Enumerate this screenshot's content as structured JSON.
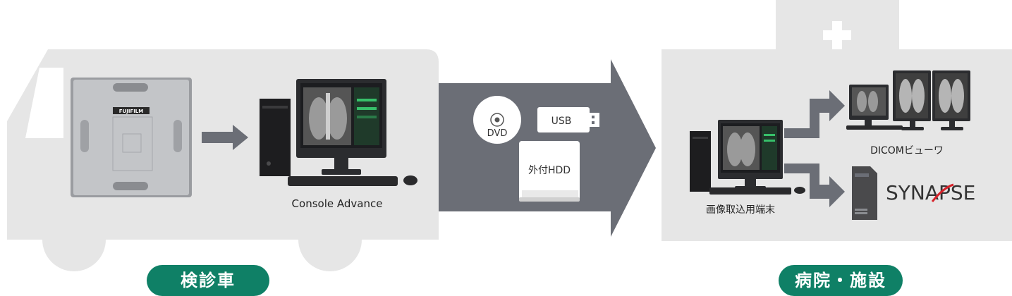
{
  "labels": {
    "console": "Console Advance",
    "dvd": "DVD",
    "usb": "USB",
    "hdd": "外付HDD",
    "dicom_viewer": "DICOMビューワ",
    "import_terminal": "画像取込用端末",
    "synapse": "SYNAPSE",
    "detector_brand": "FUJIFILM"
  },
  "badges": {
    "vehicle": "検診車",
    "hospital": "病院・施設"
  },
  "colors": {
    "panel_gray": "#e6e6e6",
    "arrow_gray": "#6b6e76",
    "badge_green": "#0f8066",
    "synapse_red": "#d7222a"
  }
}
